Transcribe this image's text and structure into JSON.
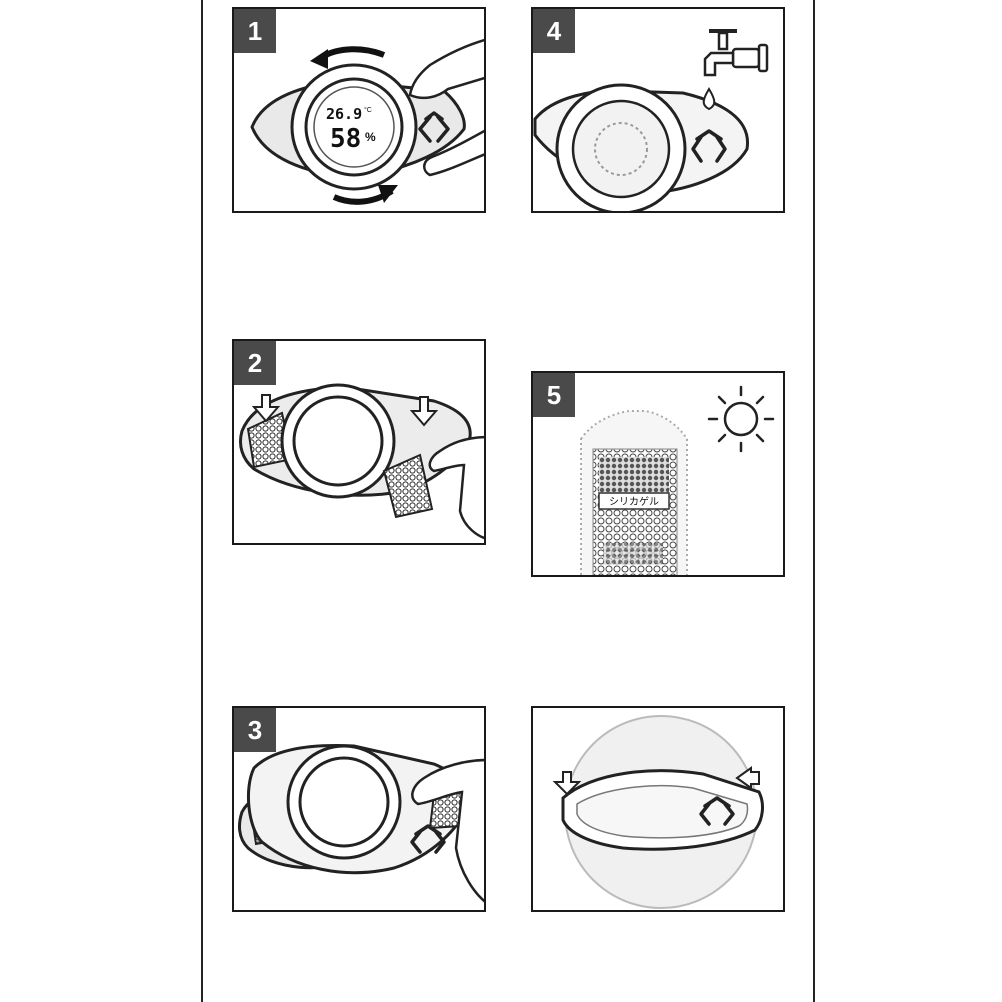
{
  "steps": [
    {
      "number": "1"
    },
    {
      "number": "2"
    },
    {
      "number": "3"
    },
    {
      "number": "4"
    },
    {
      "number": "5"
    },
    {
      "number": ""
    }
  ],
  "display": {
    "temperature": "26.9",
    "temp_unit": "°C",
    "humidity": "58",
    "humidity_unit": "%"
  },
  "packet_label": "シリカゲル"
}
